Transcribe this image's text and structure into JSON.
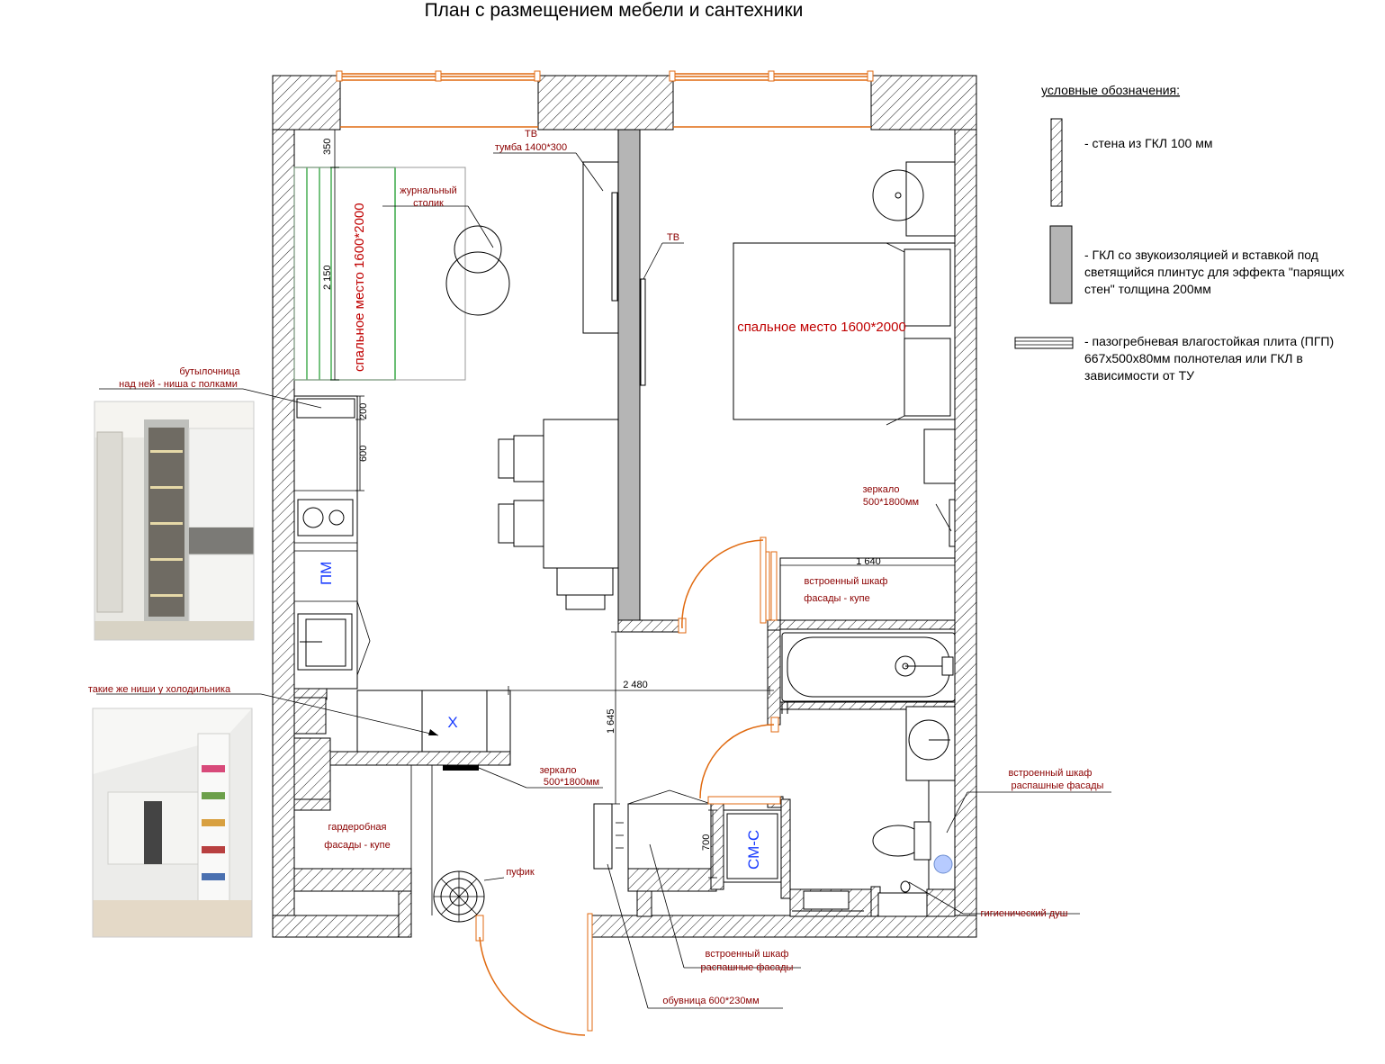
{
  "title": "План с размещением мебели и сантехники",
  "legend": {
    "heading": "условные обозначения:",
    "items": [
      {
        "lines": [
          "- стена из ГКЛ 100 мм"
        ]
      },
      {
        "lines": [
          "- ГКЛ со звукоизоляцией и вставкой под",
          "светящийся плинтус для эффекта \"парящих",
          "стен\" толщина 200мм"
        ]
      },
      {
        "lines": [
          "- пазогребневая влагостойкая плита (ПГП)",
          "667х500х80мм полнотелая или ГКЛ в",
          "зависимости от ТУ"
        ]
      }
    ]
  },
  "labels": {
    "tv_top": "ТВ",
    "tv_stand": "тумба 1400*300",
    "tv_right": "ТВ",
    "coffee_table": [
      "журнальный",
      "столик"
    ],
    "sofa_bed": "спальное место 1600*2000",
    "bed": "спальное место 1600*2000",
    "bottle_rack": [
      "бутылочница",
      "над ней - ниша с полками"
    ],
    "fridge_niches": "такие же ниши у  холодильника",
    "mirror_right": [
      "зеркало",
      "500*1800мм"
    ],
    "mirror_hall": [
      "зеркало",
      "500*1800мм"
    ],
    "wardrobe_bedroom": [
      "встроенный шкаф",
      "фасады - купе"
    ],
    "wardrobe_bath": [
      "встроенный шкаф",
      "распашные фасады"
    ],
    "dressing_room": [
      "гардеробная",
      "фасады - купе"
    ],
    "pouf": "пуфик",
    "wardrobe_hall": [
      "встроенный шкаф",
      "распашные фасады"
    ],
    "shoe_rack": "обувница 600*230мм",
    "hygienic_shower": "гигиенический душ",
    "dishwasher": "ПМ",
    "fridge": "Х",
    "washer": "СМ-С"
  },
  "dimensions": {
    "d350": "350",
    "d2150": "2 150",
    "d200": "200",
    "d600": "600",
    "d1640": "1 640",
    "d2480": "2 480",
    "d1645": "1 645",
    "d700": "700"
  }
}
